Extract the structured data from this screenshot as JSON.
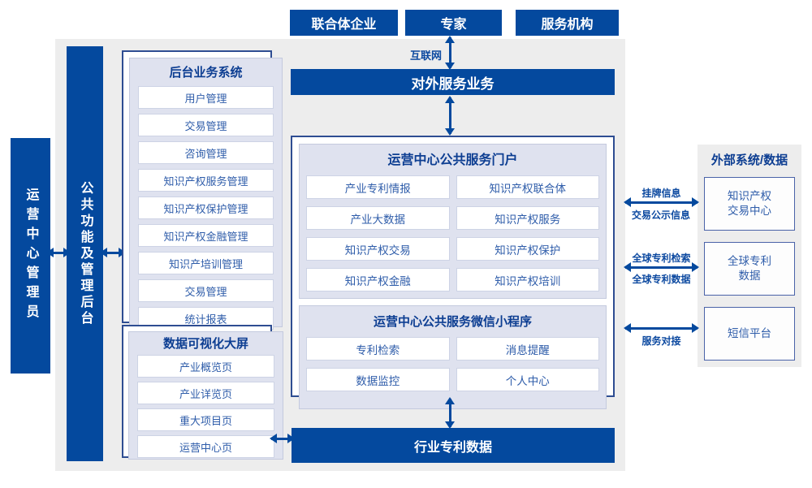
{
  "colors": {
    "primary": "#04499e",
    "panel_bg": "#dfe2ef",
    "canvas_bg": "#ededed",
    "item_text": "#2f5daa"
  },
  "actors": {
    "enterprise": "联合体企业",
    "expert": "专家",
    "agency": "服务机构"
  },
  "labels": {
    "internet": "互联网",
    "external_service": "对外服务业务",
    "admin": "运营中心管理员",
    "public_functions": "公共功能及管理后台",
    "industry_patent_data": "行业专利数据"
  },
  "backend_system": {
    "title": "后台业务系统",
    "items": [
      "用户管理",
      "交易管理",
      "咨询管理",
      "知识产权服务管理",
      "知识产权保护管理",
      "知识产权金融管理",
      "知识产培训管理",
      "交易管理",
      "统计报表"
    ]
  },
  "dashboard": {
    "title": "数据可视化大屏",
    "items": [
      "产业概览页",
      "产业详览页",
      "重大项目页",
      "运营中心页"
    ]
  },
  "portal": {
    "title": "运营中心公共服务门户",
    "items": [
      "产业专利情报",
      "知识产权联合体",
      "产业大数据",
      "知识产权服务",
      "知识产权交易",
      "知识产权保护",
      "知识产权金融",
      "知识产权培训"
    ]
  },
  "miniprogram": {
    "title": "运营中心公共服务微信小程序",
    "items": [
      "专利检索",
      "消息提醒",
      "数据监控",
      "个人中心"
    ]
  },
  "external": {
    "title": "外部系统/数据",
    "items": [
      "知识产权交易中心",
      "全球专利数据",
      "短信平台"
    ]
  },
  "links": {
    "listing_info": "挂牌信息",
    "trade_publicity": "交易公示信息",
    "global_patent_search": "全球专利检索",
    "global_patent_data": "全球专利数据",
    "service_connect": "服务对接"
  }
}
